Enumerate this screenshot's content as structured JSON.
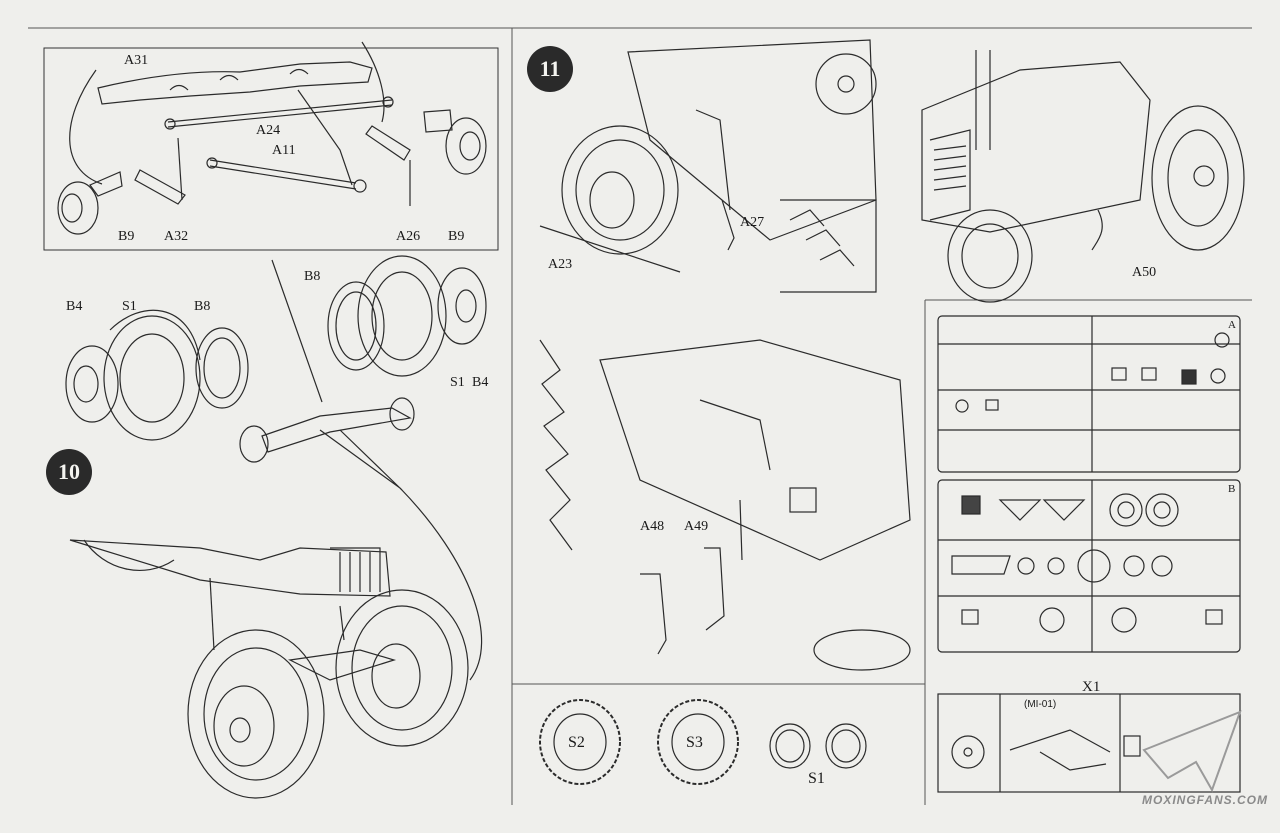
{
  "steps": {
    "step10": "10",
    "step11": "11"
  },
  "labels": {
    "a31": "A31",
    "a24": "A24",
    "a11": "A11",
    "b9_left": "B9",
    "a32": "A32",
    "a26": "A26",
    "b9_right": "B9",
    "b8_top": "B8",
    "b4_left": "B4",
    "s1_left": "S1",
    "b8_mid": "B8",
    "s1_right": "S1",
    "b4_right": "B4",
    "a27": "A27",
    "a23": "A23",
    "a50": "A50",
    "a48": "A48",
    "a49": "A49"
  },
  "tires": {
    "s2": "S2",
    "s3": "S3",
    "s1": "S1"
  },
  "sprue": {
    "x1": "X1",
    "mi01": "(MI-01)",
    "tag_a": "A",
    "tag_b": "B"
  },
  "watermark": "MOXINGFANS.COM",
  "colors": {
    "paper": "#efefec",
    "ink": "#1a1a1a"
  }
}
